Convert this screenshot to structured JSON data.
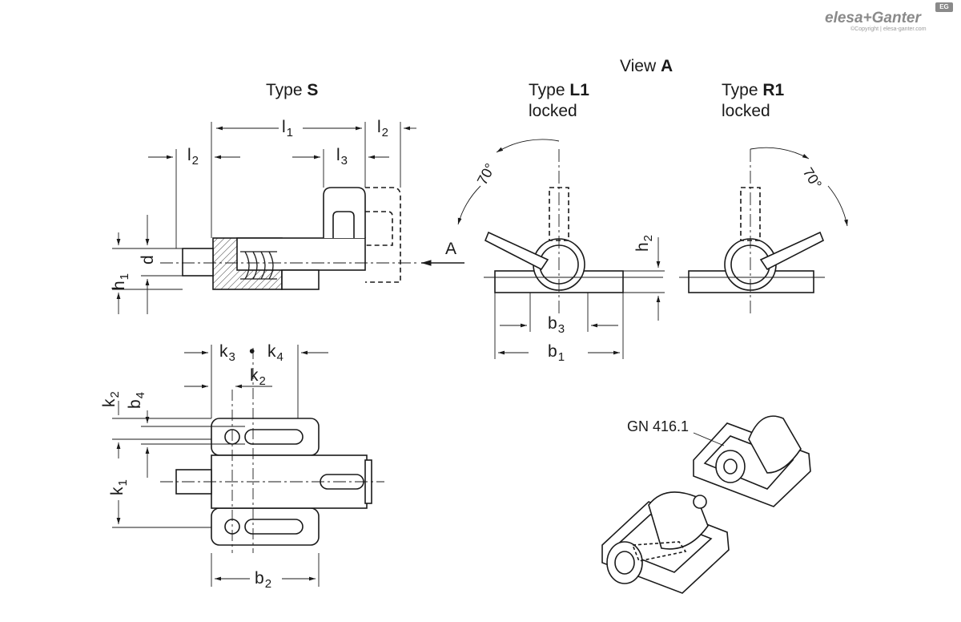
{
  "brand": {
    "logo_text": "elesa+Ganter",
    "badge_text": "EG",
    "copyright": "©Copyright | elesa-ganter.com"
  },
  "views": {
    "view_a_prefix": "View ",
    "view_a_letter": "A",
    "type_s_prefix": "Type ",
    "type_s_letter": "S",
    "type_l1_prefix": "Type ",
    "type_l1_letter": "L1",
    "type_l1_state": "locked",
    "type_r1_prefix": "Type ",
    "type_r1_letter": "R1",
    "type_r1_state": "locked"
  },
  "dimensions": {
    "l1": {
      "main": "l",
      "sub": "1"
    },
    "l2_top": {
      "main": "l",
      "sub": "2"
    },
    "l2_left": {
      "main": "l",
      "sub": "2"
    },
    "l3": {
      "main": "l",
      "sub": "3"
    },
    "d": {
      "main": "d"
    },
    "h1": {
      "main": "h",
      "sub": "1"
    },
    "arrow_a": {
      "main": "A"
    },
    "angle_l1": "70°",
    "angle_r1": "70°",
    "h2": {
      "main": "h",
      "sub": "2"
    },
    "b3": {
      "main": "b",
      "sub": "3"
    },
    "b1": {
      "main": "b",
      "sub": "1"
    },
    "k3": {
      "main": "k",
      "sub": "3"
    },
    "k4": {
      "main": "k",
      "sub": "4"
    },
    "k2_top": {
      "main": "k",
      "sub": "2"
    },
    "k2_left": {
      "main": "k",
      "sub": "2"
    },
    "b4": {
      "main": "b",
      "sub": "4"
    },
    "k1": {
      "main": "k",
      "sub": "1"
    },
    "b2": {
      "main": "b",
      "sub": "2"
    }
  },
  "product_label": "GN 416.1"
}
